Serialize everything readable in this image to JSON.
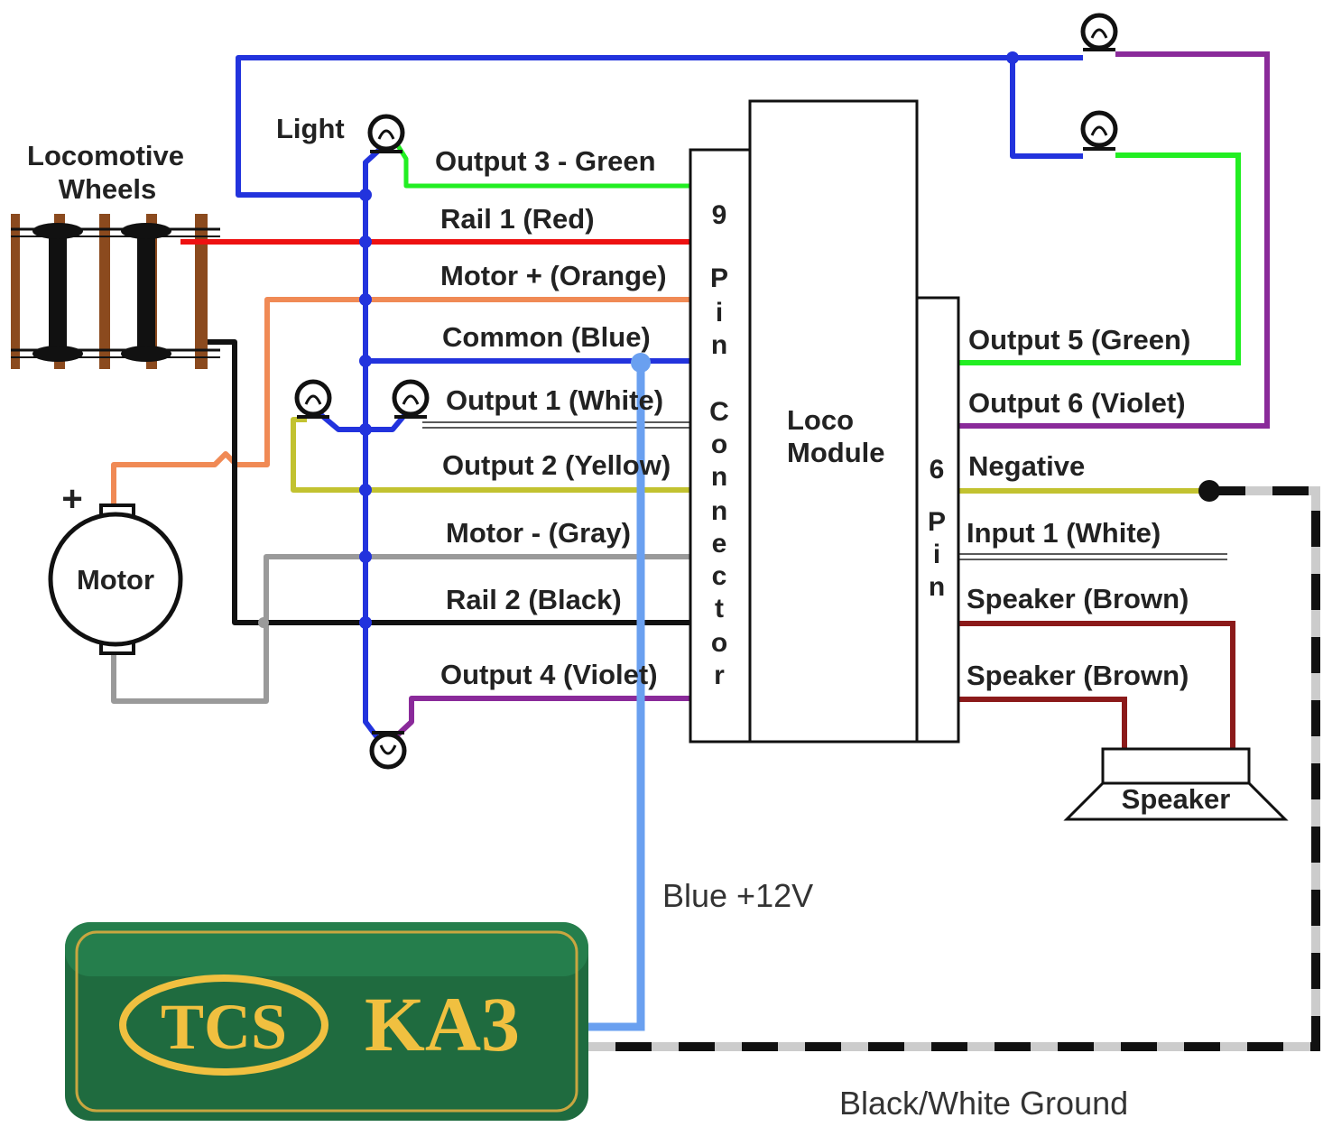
{
  "labels": {
    "locomotive_wheels": [
      "Locomotive",
      "Wheels"
    ],
    "light": "Light",
    "output3": "Output 3 - Green",
    "rail1": "Rail 1 (Red)",
    "motor_plus": "Motor + (Orange)",
    "common": "Common  (Blue)",
    "output1": "Output 1 (White)",
    "output2": "Output 2 (Yellow)",
    "motor_minus": "Motor - (Gray)",
    "rail2": "Rail 2 (Black)",
    "output4": "Output 4 (Violet)",
    "loco_module": [
      "Loco",
      "Module"
    ],
    "nine_pin": "9PinConnector",
    "six_pin": "6Pin",
    "output5": "Output 5 (Green)",
    "output6": "Output 6 (Violet)",
    "negative": "Negative",
    "input1": "Input 1 (White)",
    "speaker_brown_1": "Speaker (Brown)",
    "speaker_brown_2": "Speaker (Brown)",
    "speaker": "Speaker",
    "motor": "Motor",
    "motor_plus_sign": "+",
    "blue_12v": "Blue +12V",
    "ground": "Black/White Ground",
    "logo_tcs": "TCS",
    "logo_ka3": "KA3"
  },
  "colors": {
    "blue": "#2233dd",
    "light_blue": "#6aa0f0",
    "red": "#ee1111",
    "orange": "#f08a55",
    "green": "#22ee22",
    "yellow": "#c2c230",
    "gray": "#9a9a9a",
    "black": "#111111",
    "violet": "#8a2a9a",
    "brown": "#8b1a1a",
    "battery": "#1f6b3f",
    "logo_gold": "#f0c040"
  },
  "icons": [
    "bulb-icon",
    "motor-icon",
    "speaker-icon",
    "track-icon",
    "battery-icon"
  ]
}
